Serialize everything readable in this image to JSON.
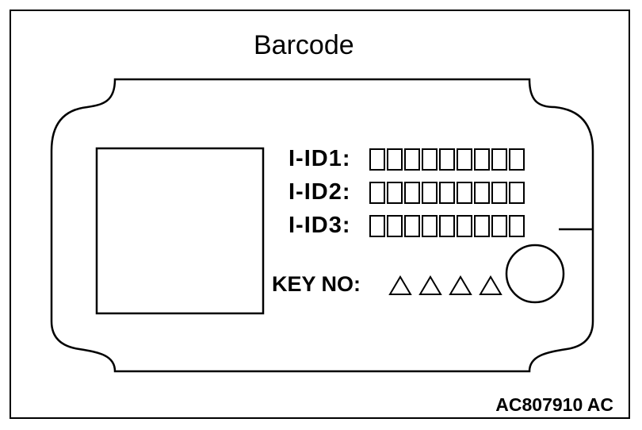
{
  "title": "Barcode",
  "id_rows": [
    {
      "label": "I-ID1:",
      "box_count": 9
    },
    {
      "label": "I-ID2:",
      "box_count": 9
    },
    {
      "label": "I-ID3:",
      "box_count": 9
    }
  ],
  "key_no": {
    "label": "KEY  NO:",
    "triangle_count": 4
  },
  "reference_code": "AC807910 AC"
}
